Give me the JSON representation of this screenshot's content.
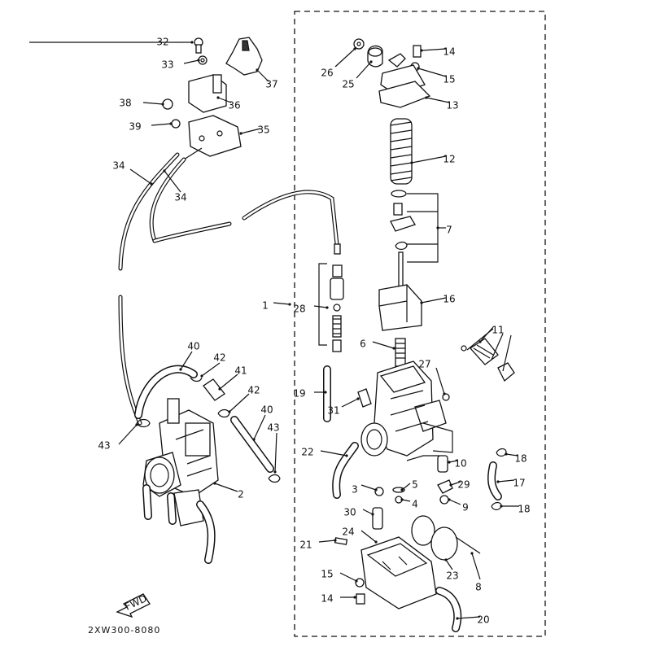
{
  "diagram": {
    "catalog_code": "2XW300-8080",
    "direction_label": "FWD",
    "callouts": [
      {
        "id": "32",
        "label": "32"
      },
      {
        "id": "33",
        "label": "33"
      },
      {
        "id": "37",
        "label": "37"
      },
      {
        "id": "38",
        "label": "38"
      },
      {
        "id": "36",
        "label": "36"
      },
      {
        "id": "39",
        "label": "39"
      },
      {
        "id": "35",
        "label": "35"
      },
      {
        "id": "34a",
        "label": "34"
      },
      {
        "id": "34b",
        "label": "34"
      },
      {
        "id": "26",
        "label": "26"
      },
      {
        "id": "25",
        "label": "25"
      },
      {
        "id": "14a",
        "label": "14"
      },
      {
        "id": "15a",
        "label": "15"
      },
      {
        "id": "13",
        "label": "13"
      },
      {
        "id": "12",
        "label": "12"
      },
      {
        "id": "7",
        "label": "7"
      },
      {
        "id": "16",
        "label": "16"
      },
      {
        "id": "1",
        "label": "1"
      },
      {
        "id": "28",
        "label": "28"
      },
      {
        "id": "6",
        "label": "6"
      },
      {
        "id": "11",
        "label": "11"
      },
      {
        "id": "27",
        "label": "27"
      },
      {
        "id": "19",
        "label": "19"
      },
      {
        "id": "31",
        "label": "31"
      },
      {
        "id": "22",
        "label": "22"
      },
      {
        "id": "10",
        "label": "10"
      },
      {
        "id": "18a",
        "label": "18"
      },
      {
        "id": "17",
        "label": "17"
      },
      {
        "id": "3",
        "label": "3"
      },
      {
        "id": "5",
        "label": "5"
      },
      {
        "id": "29",
        "label": "29"
      },
      {
        "id": "30",
        "label": "30"
      },
      {
        "id": "4",
        "label": "4"
      },
      {
        "id": "9",
        "label": "9"
      },
      {
        "id": "18b",
        "label": "18"
      },
      {
        "id": "21",
        "label": "21"
      },
      {
        "id": "24",
        "label": "24"
      },
      {
        "id": "23",
        "label": "23"
      },
      {
        "id": "8",
        "label": "8"
      },
      {
        "id": "15b",
        "label": "15"
      },
      {
        "id": "14b",
        "label": "14"
      },
      {
        "id": "20",
        "label": "20"
      },
      {
        "id": "40a",
        "label": "40"
      },
      {
        "id": "42a",
        "label": "42"
      },
      {
        "id": "41",
        "label": "41"
      },
      {
        "id": "42b",
        "label": "42"
      },
      {
        "id": "40b",
        "label": "40"
      },
      {
        "id": "43a",
        "label": "43"
      },
      {
        "id": "43b",
        "label": "43"
      },
      {
        "id": "2",
        "label": "2"
      }
    ]
  }
}
